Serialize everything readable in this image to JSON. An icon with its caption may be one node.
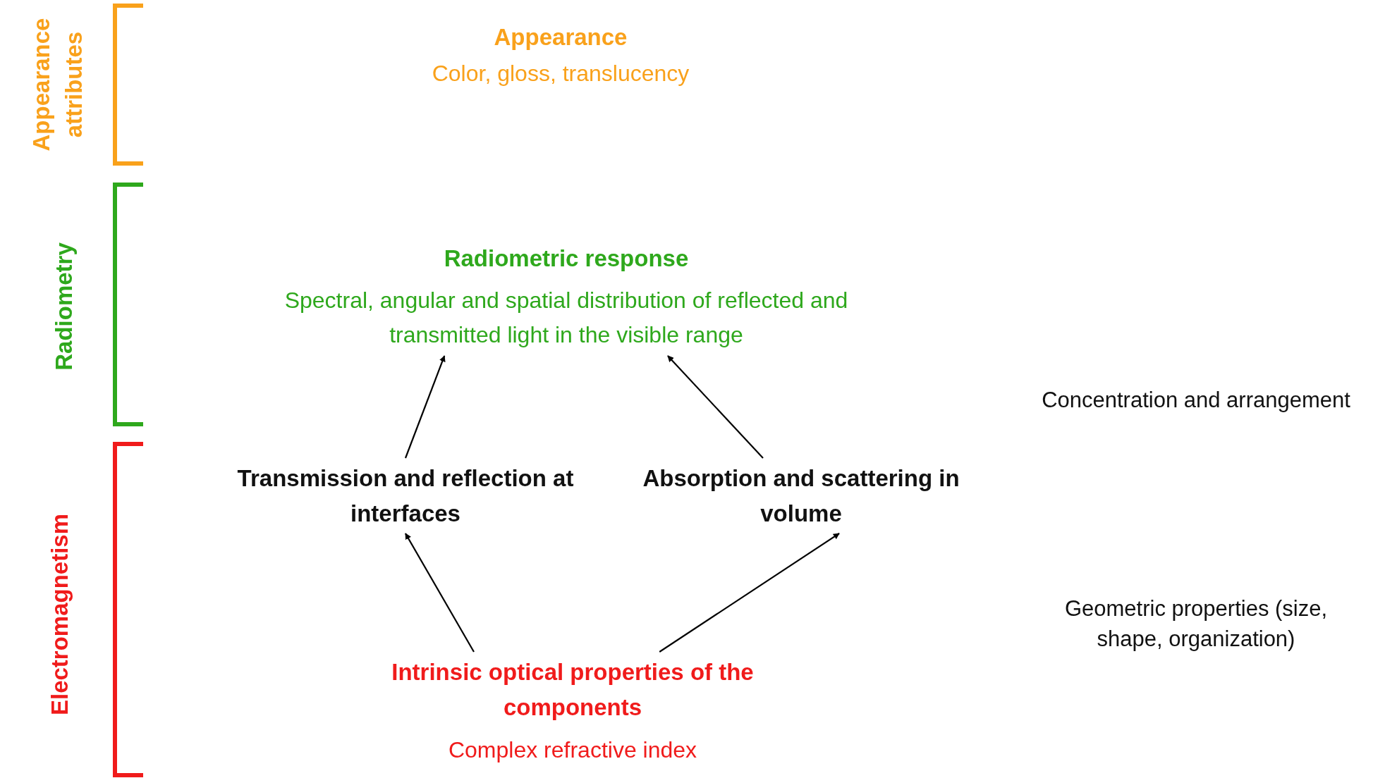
{
  "diagram": {
    "nodes": [
      {
        "text": [
          "Appearance",
          "Color, gloss, translucency"
        ]
      },
      {
        "text": [
          "Radiometric response",
          "Spectral, angular and spatial distribution of reflected and transmitted light in the visible range"
        ]
      },
      {
        "text": [
          "Transmission and reflection at interfaces"
        ]
      },
      {
        "text": [
          "Absorption and scattering in volume"
        ]
      },
      {
        "text": [
          "Intrinsic optical properties of the components",
          "Complex refractive index"
        ]
      }
    ],
    "edges": [
      {
        "from": 2,
        "to": 1,
        "arrow": "to"
      },
      {
        "from": 3,
        "to": 1,
        "arrow": "to"
      },
      {
        "from": 4,
        "to": 2,
        "arrow": "to"
      },
      {
        "from": 4,
        "to": 3,
        "arrow": "to"
      }
    ],
    "labels": [
      "Appearance attributes",
      "Radiometry",
      "Electromagnetism",
      "Concentration and arrangement",
      "Geometric properties (size, shape, organization)"
    ]
  }
}
